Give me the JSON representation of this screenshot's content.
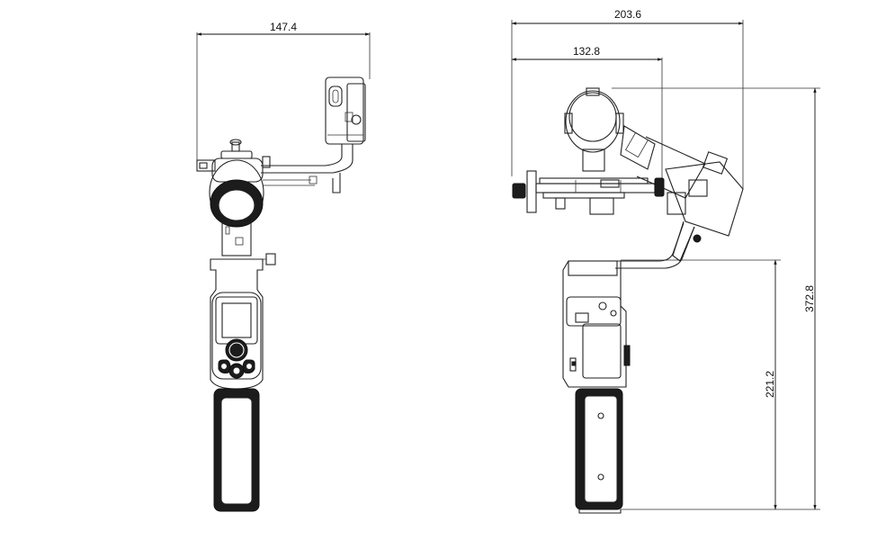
{
  "drawing": {
    "front_view": {
      "width_label": "147.4"
    },
    "side_view": {
      "total_width_label": "203.6",
      "inner_width_label": "132.8",
      "total_height_label": "372.8",
      "handle_height_label": "221.2"
    }
  }
}
